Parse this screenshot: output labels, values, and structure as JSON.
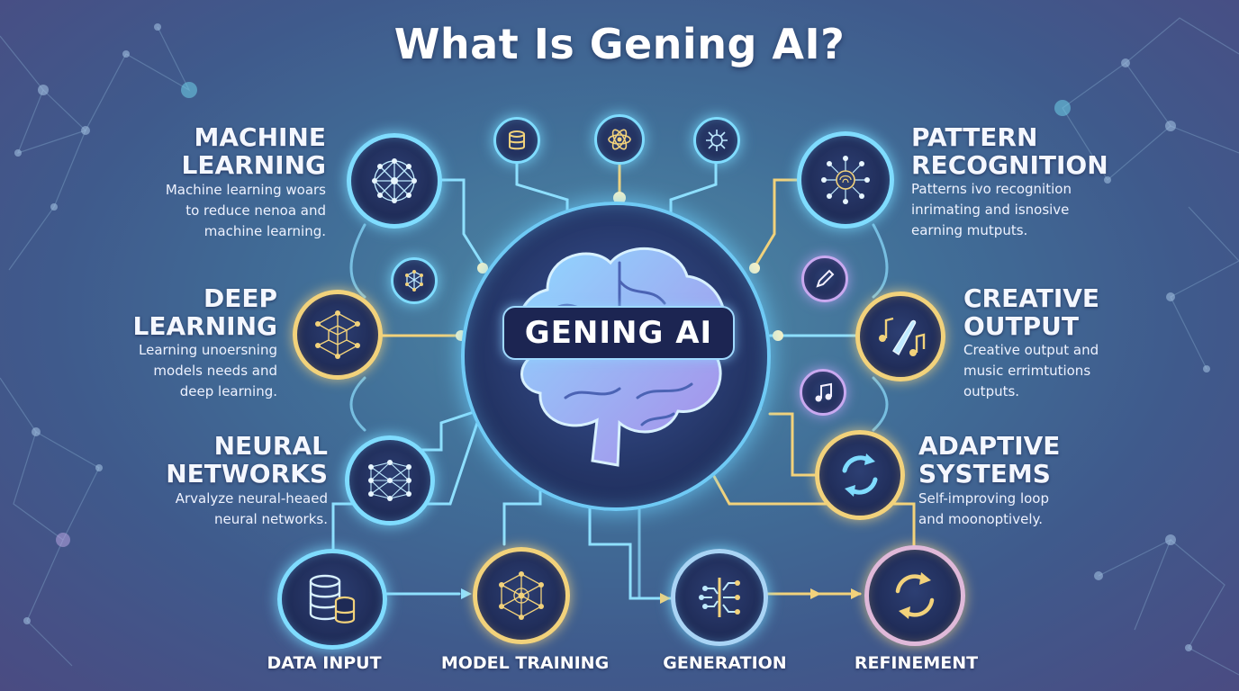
{
  "title": "What Is Gening AI?",
  "core": {
    "label": "GENING AI"
  },
  "left": [
    {
      "title": [
        "MACHINE",
        "LEARNING"
      ],
      "desc": [
        "Machine learning woars",
        "to reduce nenoa and",
        "machine learning."
      ],
      "icon": "neural-network-icon"
    },
    {
      "title": [
        "DEEP",
        "LEARNING"
      ],
      "desc": [
        "Learning unoersning",
        "models needs and",
        "deep learning."
      ],
      "icon": "cube-network-icon"
    },
    {
      "title": [
        "NEURAL",
        "NETWORKS"
      ],
      "desc": [
        "Arvalyze neural-heaed",
        "neural networks."
      ],
      "icon": "layered-network-icon"
    }
  ],
  "right": [
    {
      "title": [
        "PATTERN",
        "RECOGNITION"
      ],
      "desc": [
        "Patterns ivo recognition",
        "inrimating and isnosive",
        "earning mutputs."
      ],
      "icon": "fingerprint-network-icon"
    },
    {
      "title": [
        "CREATIVE",
        "OUTPUT"
      ],
      "desc": [
        "Creative output and",
        "music errimtutions",
        "outputs."
      ],
      "icon": "music-brush-icon"
    },
    {
      "title": [
        "ADAPTIVE",
        "SYSTEMS"
      ],
      "desc": [
        "Self-improving loop",
        "and moonoptively."
      ],
      "icon": "cycle-arrows-icon"
    }
  ],
  "steps": [
    {
      "label": "DATA INPUT",
      "icon": "database-icon"
    },
    {
      "label": "MODEL TRAINING",
      "icon": "network-training-icon"
    },
    {
      "label": "GENERATION",
      "icon": "circuit-generation-icon"
    },
    {
      "label": "REFINEMENT",
      "icon": "refresh-cycle-icon"
    }
  ],
  "colors": {
    "glow_blue": "#7fdcff",
    "gold": "#f2d27b",
    "lavender": "#c9a9f0",
    "navy": "#1e2a55"
  }
}
